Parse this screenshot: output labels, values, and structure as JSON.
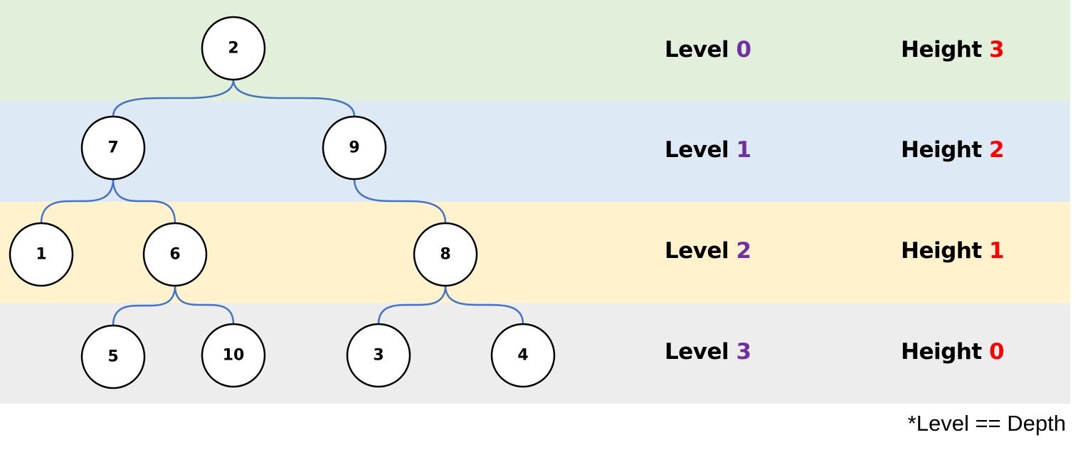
{
  "diagram": {
    "type": "binary-tree",
    "colors": {
      "band_backgrounds": [
        "#e2efda",
        "#dde9f5",
        "#fff2cc",
        "#ededed"
      ],
      "edge": "#4472c4",
      "node_fill": "#ffffff",
      "node_stroke": "#000000",
      "level_number": "#7030a0",
      "height_number": "#ff0000"
    },
    "nodes": [
      {
        "id": "n2",
        "value": "2"
      },
      {
        "id": "n7",
        "value": "7"
      },
      {
        "id": "n9",
        "value": "9"
      },
      {
        "id": "n1",
        "value": "1"
      },
      {
        "id": "n6",
        "value": "6"
      },
      {
        "id": "n8",
        "value": "8"
      },
      {
        "id": "n5",
        "value": "5"
      },
      {
        "id": "n10",
        "value": "10"
      },
      {
        "id": "n3",
        "value": "3"
      },
      {
        "id": "n4",
        "value": "4"
      }
    ],
    "edges": [
      {
        "from": "2",
        "to": "7"
      },
      {
        "from": "2",
        "to": "9"
      },
      {
        "from": "7",
        "to": "1"
      },
      {
        "from": "7",
        "to": "6"
      },
      {
        "from": "9",
        "to": "8"
      },
      {
        "from": "6",
        "to": "5"
      },
      {
        "from": "6",
        "to": "10"
      },
      {
        "from": "8",
        "to": "3"
      },
      {
        "from": "8",
        "to": "4"
      }
    ],
    "rows": [
      {
        "level_word": "Level",
        "level": "0",
        "height_word": "Height",
        "height": "3"
      },
      {
        "level_word": "Level",
        "level": "1",
        "height_word": "Height",
        "height": "2"
      },
      {
        "level_word": "Level",
        "level": "2",
        "height_word": "Height",
        "height": "1"
      },
      {
        "level_word": "Level",
        "level": "3",
        "height_word": "Height",
        "height": "0"
      }
    ],
    "footnote": "*Level == Depth"
  }
}
